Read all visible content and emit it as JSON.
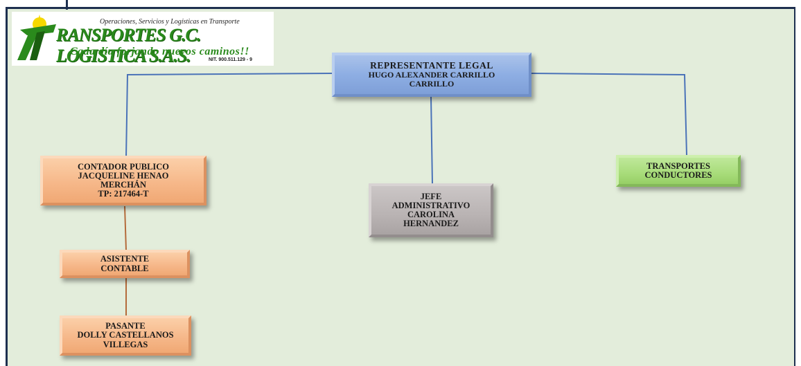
{
  "logo": {
    "tagline": "Operaciones, Servicios y Logísticas en Transporte",
    "company": "RANSPORTES G.C. LOGISTICA S.A.S.",
    "slogan": "Cada día forjando nuevos caminos!!",
    "nit": "NIT. 900.511.129 - 9"
  },
  "nodes": {
    "rep": {
      "lines": [
        "REPRESENTANTE LEGAL",
        "HUGO ALEXANDER CARRILLO",
        "CARRILLO"
      ],
      "color": "#8eaee3"
    },
    "contador": {
      "lines": [
        "CONTADOR PUBLICO",
        "JACQUELINE HENAO",
        "MERCHÁN",
        "TP: 217464-T"
      ],
      "color": "#f6b88a"
    },
    "asistente": {
      "lines": [
        "ASISTENTE",
        "CONTABLE"
      ],
      "color": "#f6b88a"
    },
    "pasante": {
      "lines": [
        "PASANTE",
        "DOLLY CASTELLANOS",
        "VILLEGAS"
      ],
      "color": "#f6b88a"
    },
    "jefe": {
      "lines": [
        "JEFE",
        "ADMINISTRATIVO",
        "CAROLINA",
        "HERNANDEZ"
      ],
      "color": "#b9b3b3"
    },
    "transportes": {
      "lines": [
        "TRANSPORTES",
        "CONDUCTORES"
      ],
      "color": "#a8dc7a"
    }
  },
  "connector_colors": {
    "main": "#4a72b8",
    "accounting": "#b46a3a"
  }
}
